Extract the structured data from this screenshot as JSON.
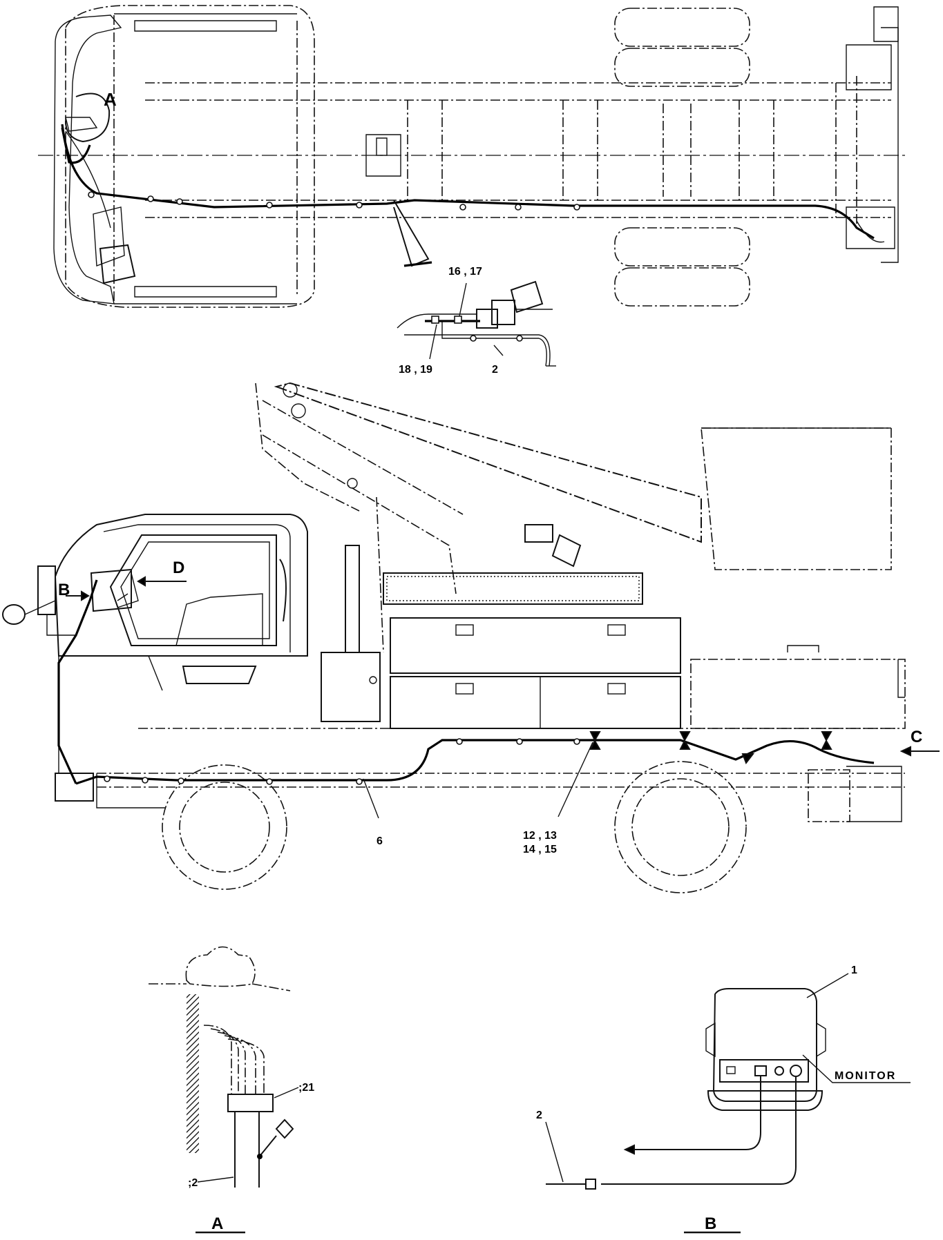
{
  "callouts": {
    "a": "A",
    "b": "B",
    "c": "C",
    "d": "D",
    "p16_17": "16 , 17",
    "p18_19": "18 , 19",
    "p2_top": "2",
    "p12_13": "12 , 13",
    "p14_15": "14 , 15",
    "p6": "6",
    "p21": ";21",
    "p2_detail_a": ";2",
    "p1": "1",
    "monitor": "MONITOR",
    "p2_detail_b": "2"
  },
  "views": {
    "detail_a": "A",
    "detail_b": "B"
  }
}
